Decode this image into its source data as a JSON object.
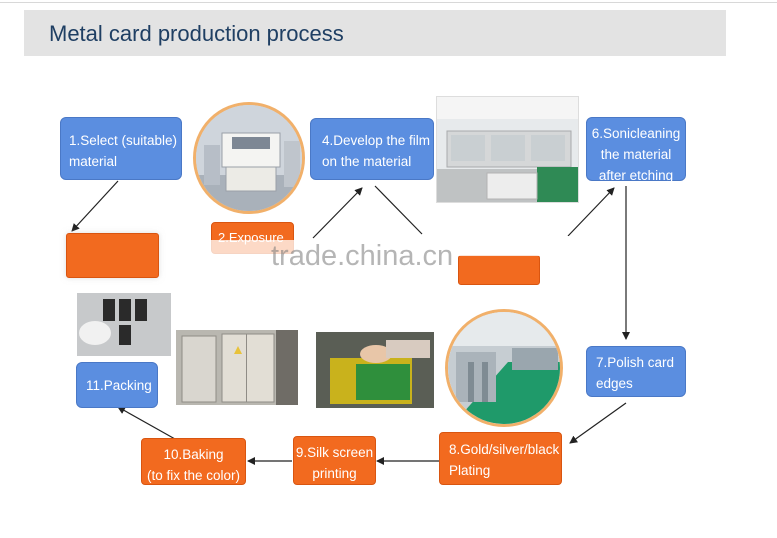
{
  "header": {
    "title": "Metal card production process"
  },
  "steps": {
    "s1_line1": "1.Select (suitable)",
    "s1_line2": "material",
    "s2_partial": "2.Exposure",
    "s4_line1": "4.Develop the film",
    "s4_line2": "on the material",
    "s6_line1": "6.Sonicleaning",
    "s6_line2": "the material",
    "s6_line3": "after etching",
    "s7_line1": "7.Polish card",
    "s7_line2": "edges",
    "s8_line1": "8.Gold/silver/black",
    "s8_line2": "Plating",
    "s9_line1": "9.Silk screen",
    "s9_line2": "printing",
    "s10_line1": "10.Baking",
    "s10_line2": "(to fix the color)",
    "s11": "11.Packing"
  },
  "watermark": "trade.china.cn",
  "colors": {
    "blue_box": "#5b8ee0",
    "orange_box": "#f26a1f",
    "title": "#1f3f63",
    "header_bg": "#e3e3e3"
  }
}
